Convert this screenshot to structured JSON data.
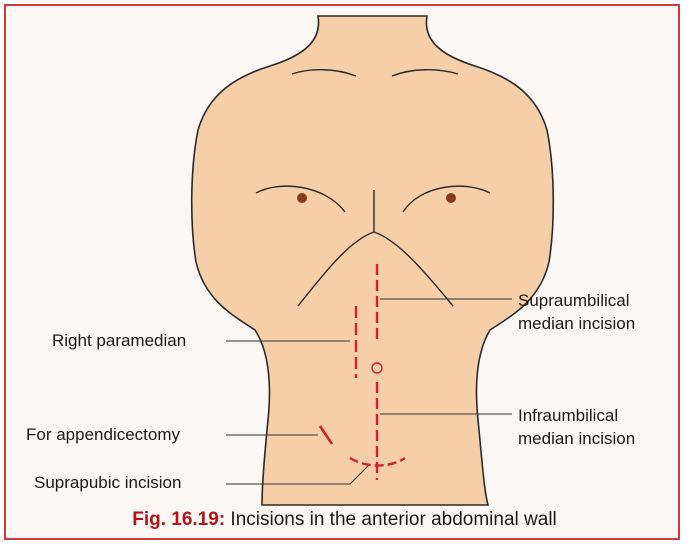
{
  "labels": {
    "right_paramedian": "Right paramedian",
    "for_appendicectomy": "For appendicectomy",
    "suprapubic": "Suprapubic incision",
    "supraumbilical_line1": "Supraumbilical",
    "supraumbilical_line2": "median incision",
    "infraumbilical_line1": "Infraumbilical",
    "infraumbilical_line2": "median incision"
  },
  "caption": {
    "number": "Fig. 16.19:",
    "text": " Incisions in the anterior abdominal wall"
  },
  "colors": {
    "frame": "#d9363e",
    "skin": "#f6cfa9",
    "skin_outline": "#2a2a2a",
    "incision": "#d4212b",
    "leader_line": "#333333",
    "nipple": "#8a3a1c",
    "caption_number": "#b5121b"
  }
}
